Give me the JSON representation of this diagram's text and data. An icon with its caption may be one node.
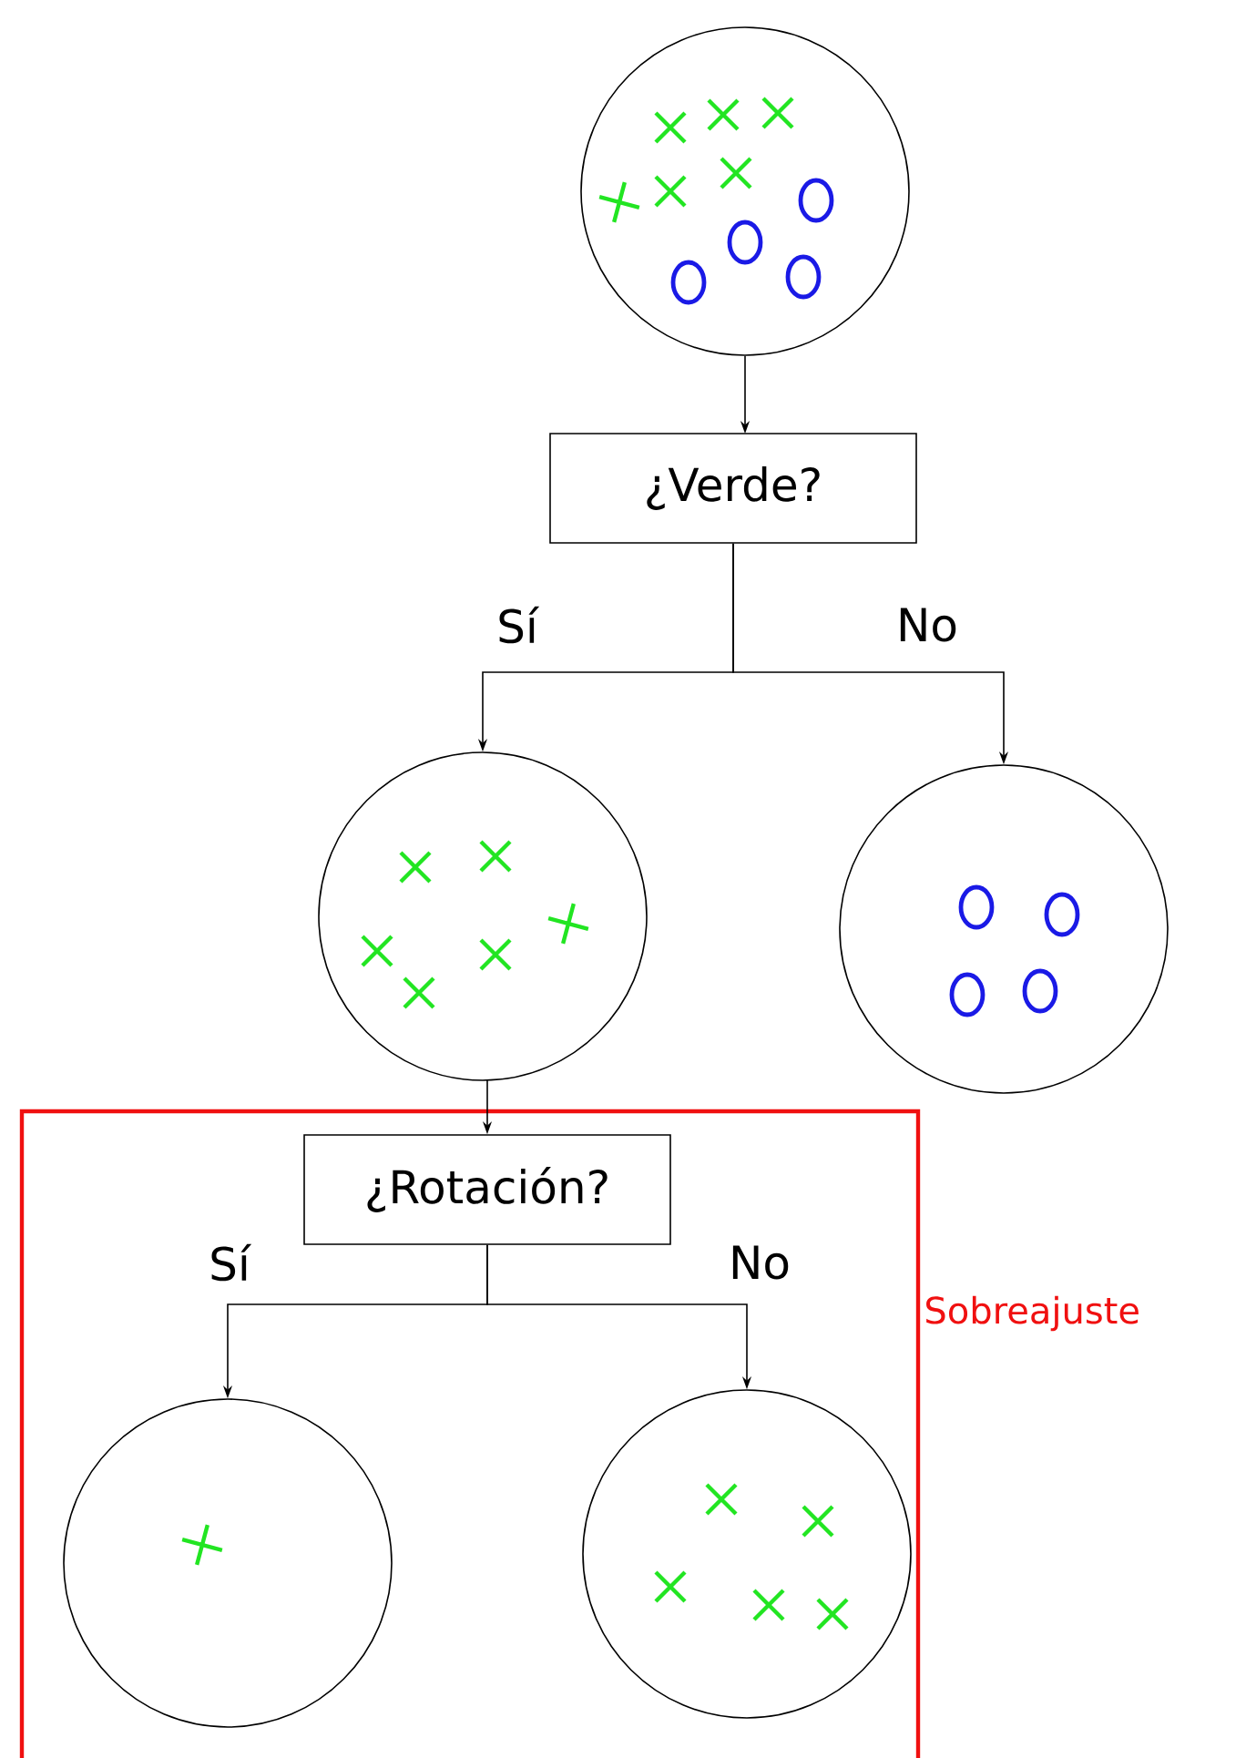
{
  "diagram": {
    "nodes": [
      {
        "text": [],
        "shape": "circle"
      },
      {
        "text": [
          "¿Verde?"
        ]
      },
      {
        "text": [],
        "shape": "circle"
      },
      {
        "text": [],
        "shape": "circle"
      },
      {
        "text": [
          "Sobreajuste"
        ]
      },
      {
        "text": [
          "¿Rotación?"
        ],
        "in": 4
      },
      {
        "text": [],
        "shape": "circle",
        "in": 4
      },
      {
        "text": [],
        "shape": "circle",
        "in": 4
      }
    ],
    "edges": [
      {
        "from": 0,
        "to": 1,
        "arrow": "to"
      },
      {
        "from": 1,
        "to": 2,
        "arrow": "to",
        "label": "Sí"
      },
      {
        "from": 1,
        "to": 3,
        "arrow": "to",
        "label": "No"
      },
      {
        "from": 2,
        "to": 5,
        "arrow": "to"
      },
      {
        "from": 5,
        "to": 6,
        "arrow": "to",
        "label": "Sí"
      },
      {
        "from": 5,
        "to": 7,
        "arrow": "to",
        "label": "No"
      }
    ]
  }
}
